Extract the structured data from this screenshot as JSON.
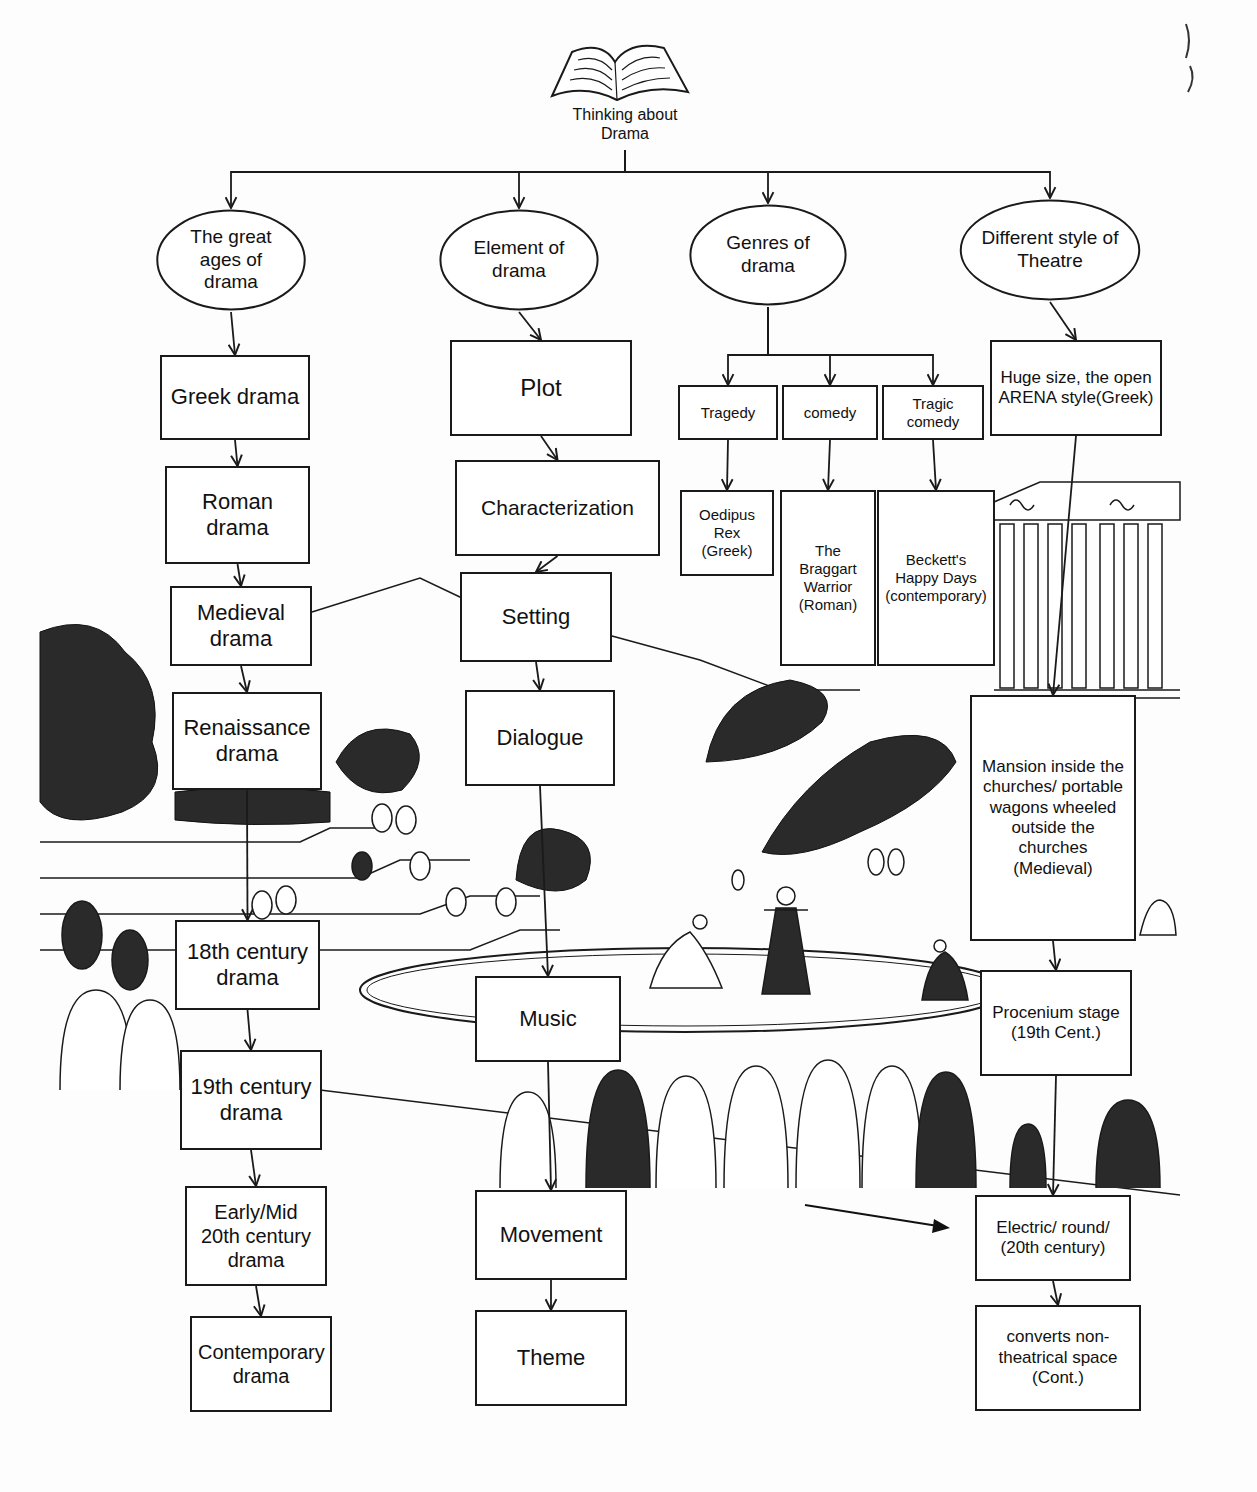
{
  "diagram": {
    "nodes": [
      {
        "text": [
          "Thinking about Drama"
        ]
      },
      {
        "text": [
          "The great ages of drama"
        ]
      },
      {
        "text": [
          "Element of drama"
        ]
      },
      {
        "text": [
          "Genres of drama"
        ]
      },
      {
        "text": [
          "Different style of Theatre"
        ]
      },
      {
        "text": [
          "Greek drama"
        ]
      },
      {
        "text": [
          "Roman drama"
        ]
      },
      {
        "text": [
          "Medieval drama"
        ]
      },
      {
        "text": [
          "Renaissance drama"
        ]
      },
      {
        "text": [
          "18th century drama"
        ]
      },
      {
        "text": [
          "19th century drama"
        ]
      },
      {
        "text": [
          "Early/Mid 20th century drama"
        ]
      },
      {
        "text": [
          "Contemporary drama"
        ]
      },
      {
        "text": [
          "Plot"
        ]
      },
      {
        "text": [
          "Characterization"
        ]
      },
      {
        "text": [
          "Setting"
        ]
      },
      {
        "text": [
          "Dialogue"
        ]
      },
      {
        "text": [
          "Music"
        ]
      },
      {
        "text": [
          "Movement"
        ]
      },
      {
        "text": [
          "Theme"
        ]
      },
      {
        "text": [
          "Tragedy"
        ]
      },
      {
        "text": [
          "comedy"
        ]
      },
      {
        "text": [
          "Tragic comedy"
        ]
      },
      {
        "text": [
          "Oedipus Rex (Greek)"
        ]
      },
      {
        "text": [
          "The Braggart Warrior (Roman)"
        ]
      },
      {
        "text": [
          "Beckett's Happy Days (contemporary)"
        ]
      },
      {
        "text": [
          "Huge size, the open ARENA style(Greek)"
        ]
      },
      {
        "text": [
          "Mansion inside the churches/ portable wagons wheeled outside the churches (Medieval)"
        ]
      },
      {
        "text": [
          "Procenium stage (19th Cent.)"
        ]
      },
      {
        "text": [
          "Electric/ round/ (20th century)"
        ]
      },
      {
        "text": [
          "converts non-theatrical space (Cont.)"
        ]
      }
    ],
    "edges": [
      {
        "from": 0,
        "to": 1,
        "arrow": "to"
      },
      {
        "from": 0,
        "to": 2,
        "arrow": "to"
      },
      {
        "from": 0,
        "to": 3,
        "arrow": "to"
      },
      {
        "from": 0,
        "to": 4,
        "arrow": "to"
      },
      {
        "from": 1,
        "to": 5,
        "arrow": "to"
      },
      {
        "from": 5,
        "to": 6,
        "arrow": "to"
      },
      {
        "from": 6,
        "to": 7,
        "arrow": "to"
      },
      {
        "from": 7,
        "to": 8,
        "arrow": "to"
      },
      {
        "from": 8,
        "to": 9,
        "arrow": "to"
      },
      {
        "from": 9,
        "to": 10,
        "arrow": "to"
      },
      {
        "from": 10,
        "to": 11,
        "arrow": "to"
      },
      {
        "from": 11,
        "to": 12,
        "arrow": "to"
      },
      {
        "from": 2,
        "to": 13,
        "arrow": "to"
      },
      {
        "from": 13,
        "to": 14,
        "arrow": "to"
      },
      {
        "from": 14,
        "to": 15,
        "arrow": "to"
      },
      {
        "from": 15,
        "to": 16,
        "arrow": "to"
      },
      {
        "from": 16,
        "to": 17,
        "arrow": "to"
      },
      {
        "from": 17,
        "to": 18,
        "arrow": "to"
      },
      {
        "from": 18,
        "to": 19,
        "arrow": "to"
      },
      {
        "from": 3,
        "to": 20,
        "arrow": "to"
      },
      {
        "from": 3,
        "to": 21,
        "arrow": "to"
      },
      {
        "from": 3,
        "to": 22,
        "arrow": "to"
      },
      {
        "from": 20,
        "to": 23,
        "arrow": "to"
      },
      {
        "from": 21,
        "to": 24,
        "arrow": "to"
      },
      {
        "from": 22,
        "to": 25,
        "arrow": "to"
      },
      {
        "from": 4,
        "to": 26,
        "arrow": "to"
      },
      {
        "from": 26,
        "to": 27,
        "arrow": "to"
      },
      {
        "from": 27,
        "to": 28,
        "arrow": "to"
      },
      {
        "from": 28,
        "to": 29,
        "arrow": "to"
      },
      {
        "from": 29,
        "to": 30,
        "arrow": "to"
      }
    ]
  }
}
